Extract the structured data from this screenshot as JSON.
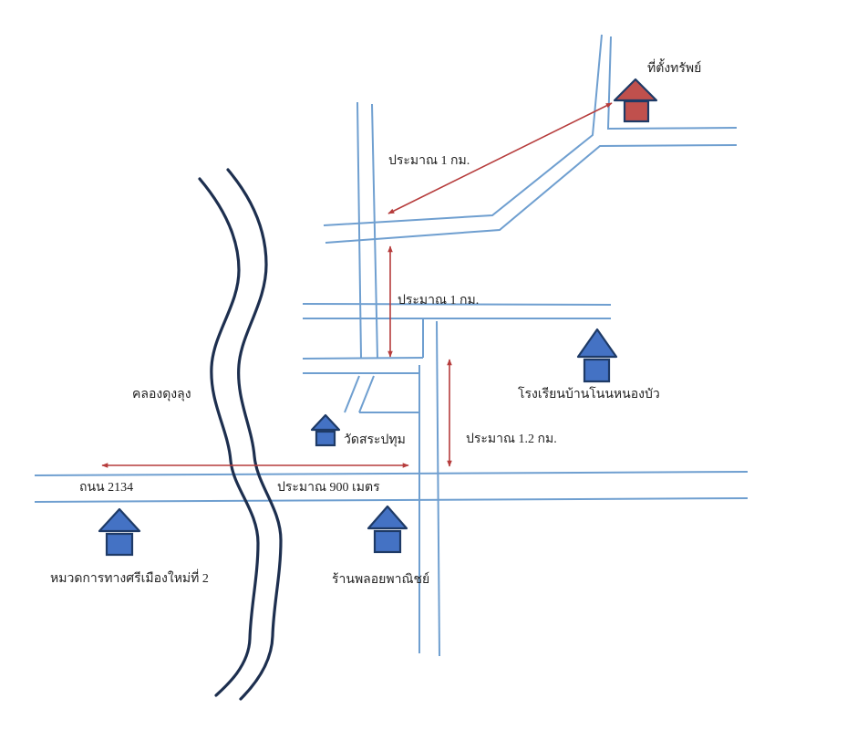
{
  "colors": {
    "road": "#6f9fd0",
    "river": "#1d2f4f",
    "distance_arrow": "#b63c3c",
    "landmark_house": "#4472c4",
    "property_house": "#c0504d"
  },
  "labels": {
    "property": "ที่ตั้งทรัพย์",
    "dist_top": "ประมาณ 1 กม.",
    "dist_mid": "ประมาณ 1 กม.",
    "dist_right": "ประมาณ 1.2 กม.",
    "dist_bottom": "ประมาณ 900 เมตร",
    "canal": "คลองดุงลุง",
    "temple": "วัดสระปทุม",
    "school": "โรงเรียนบ้านโนนหนองบัว",
    "road_name": "ถนน 2134",
    "highway_office": "หมวดการทางศรีเมืองใหม่ที่ 2",
    "shop": "ร้านพลอยพาณิชย์"
  },
  "markers": {
    "property_icon": "house-icon-red",
    "landmark_icon": "house-icon-blue"
  }
}
